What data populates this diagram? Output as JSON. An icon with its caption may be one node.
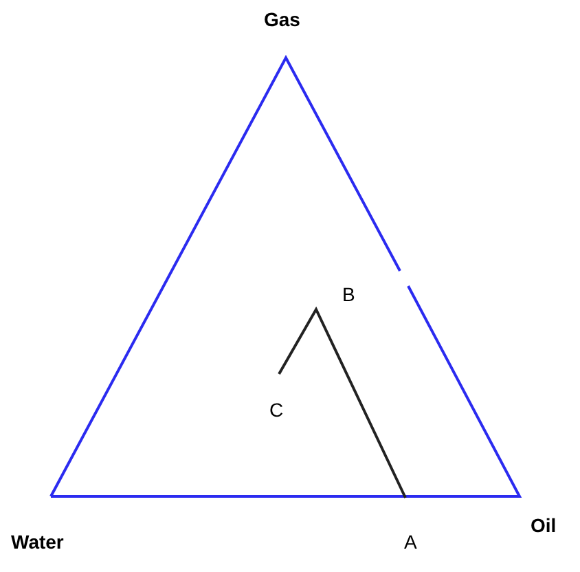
{
  "diagram": {
    "labels": [
      "Gas",
      "B",
      "C",
      "Water",
      "A",
      "Oil"
    ]
  }
}
